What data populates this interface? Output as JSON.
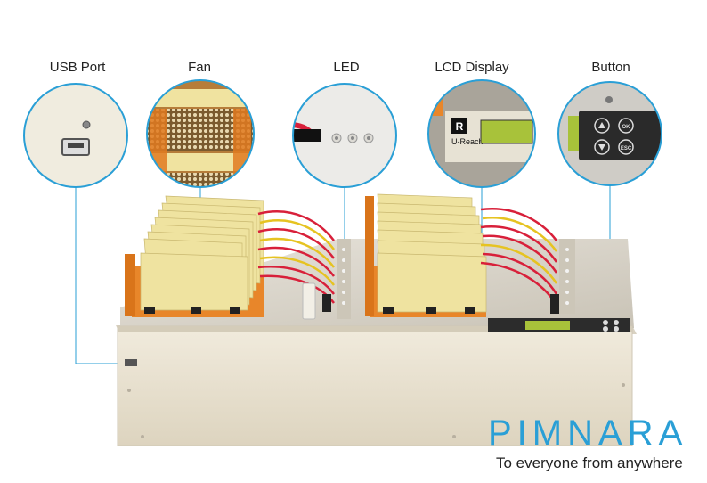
{
  "callouts": [
    {
      "label": "USB Port"
    },
    {
      "label": "Fan"
    },
    {
      "label": "LED"
    },
    {
      "label": "LCD Display"
    },
    {
      "label": "Button"
    }
  ],
  "lcd_logo_text": "U-Reach",
  "buttons": {
    "ok": "OK",
    "esc": "ESC"
  },
  "brand": {
    "name": "PIMNARA",
    "tagline": "To everyone from anywhere"
  },
  "colors": {
    "accent": "#2a9fd6",
    "tray": "#e8862a",
    "cable_red": "#d8203a",
    "cable_yellow": "#e6c321",
    "chassis": "#eee8d8",
    "drive": "#efe3a0"
  }
}
